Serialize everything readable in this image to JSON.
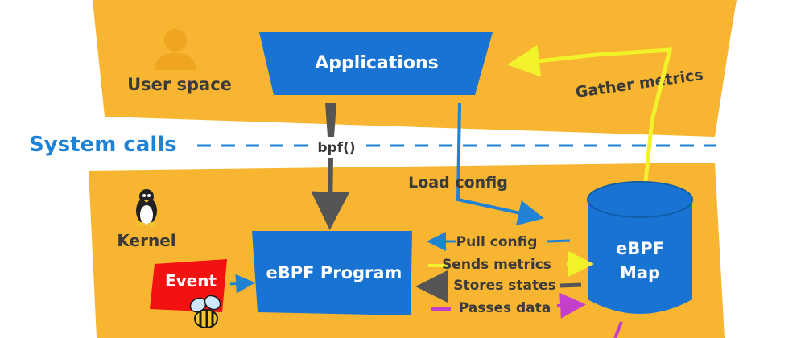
{
  "colors": {
    "band": "#F7B531",
    "band_shade": "#EFA51F",
    "box_blue": "#1873D3",
    "label_blue": "#1F82D4",
    "event_red": "#F21212",
    "arrow_gray": "#555555",
    "arrow_yellow": "#F2F22A",
    "arrow_magenta": "#C43FCB",
    "text_dark": "#3A3A3A"
  },
  "user_space": {
    "label": "User space",
    "icon": "person-icon",
    "applications_label": "Applications",
    "gather_metrics_label": "Gather metrics"
  },
  "system_calls": {
    "label": "System calls",
    "bpf_label": "bpf()"
  },
  "kernel": {
    "label": "Kernel",
    "icon": "tux-penguin-icon",
    "load_config_label": "Load config",
    "event_label": "Event",
    "bee_icon": "bee-icon",
    "program_label": "eBPF Program",
    "map_label_line1": "eBPF",
    "map_label_line2": "Map",
    "flows": {
      "pull_config": "Pull config",
      "sends_metrics": "Sends metrics",
      "stores_states": "Stores states",
      "passes_data": "Passes data"
    }
  }
}
